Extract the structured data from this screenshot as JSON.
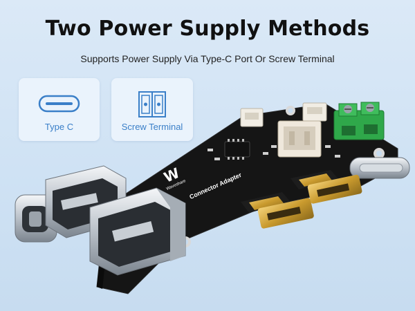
{
  "header": {
    "title": "Two Power Supply Methods",
    "subtitle": "Supports Power Supply Via Type-C Port Or Screw Terminal"
  },
  "methods": [
    {
      "label": "Type C",
      "icon": "usb-type-c-icon"
    },
    {
      "label": "Screw Terminal",
      "icon": "screw-terminal-icon"
    }
  ],
  "board": {
    "brand": "Waveshare",
    "silkscreen": "Connector Adapter"
  },
  "colors": {
    "accent": "#3a7fc8",
    "pcb": "#151515",
    "terminal": "#2fa84a"
  }
}
